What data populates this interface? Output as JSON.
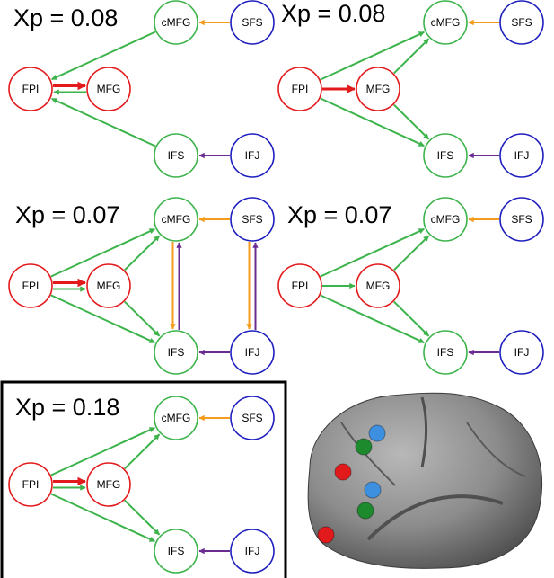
{
  "colors": {
    "red": "#e31a1c",
    "green": "#3cb44b",
    "blue": "#1f1fbf",
    "orange": "#f39c1e",
    "purple": "#6a2c91",
    "highlight_box": "#000000"
  },
  "node_labels": {
    "FPI": "FPI",
    "MFG": "MFG",
    "cMFG": "cMFG",
    "SFS": "SFS",
    "IFS": "IFS",
    "IFJ": "IFJ"
  },
  "node_colors": {
    "FPI": "red",
    "MFG": "red",
    "cMFG": "green",
    "SFS": "blue",
    "IFS": "green",
    "IFJ": "blue"
  },
  "models": [
    {
      "xp_label": "Xp = 0.08",
      "highlighted": false,
      "edges": [
        {
          "from": "SFS",
          "to": "cMFG",
          "color": "orange"
        },
        {
          "from": "cMFG",
          "to": "FPI",
          "color": "green"
        },
        {
          "from": "FPI",
          "to": "MFG",
          "color": "red"
        },
        {
          "from": "MFG",
          "to": "FPI",
          "color": "green"
        },
        {
          "from": "IFS",
          "to": "FPI",
          "color": "green"
        },
        {
          "from": "IFJ",
          "to": "IFS",
          "color": "purple"
        }
      ]
    },
    {
      "xp_label": "Xp = 0.08",
      "highlighted": false,
      "edges": [
        {
          "from": "SFS",
          "to": "cMFG",
          "color": "orange"
        },
        {
          "from": "FPI",
          "to": "MFG",
          "color": "red"
        },
        {
          "from": "FPI",
          "to": "cMFG",
          "color": "green"
        },
        {
          "from": "MFG",
          "to": "cMFG",
          "color": "green"
        },
        {
          "from": "FPI",
          "to": "IFS",
          "color": "green"
        },
        {
          "from": "MFG",
          "to": "IFS",
          "color": "green"
        },
        {
          "from": "IFJ",
          "to": "IFS",
          "color": "purple"
        }
      ]
    },
    {
      "xp_label": "Xp = 0.07",
      "highlighted": false,
      "edges": [
        {
          "from": "SFS",
          "to": "cMFG",
          "color": "orange"
        },
        {
          "from": "FPI",
          "to": "MFG",
          "color": "red"
        },
        {
          "from": "FPI",
          "to": "MFG",
          "color": "green"
        },
        {
          "from": "FPI",
          "to": "cMFG",
          "color": "green"
        },
        {
          "from": "MFG",
          "to": "cMFG",
          "color": "green"
        },
        {
          "from": "FPI",
          "to": "IFS",
          "color": "green"
        },
        {
          "from": "MFG",
          "to": "IFS",
          "color": "green"
        },
        {
          "from": "cMFG",
          "to": "IFS",
          "color": "orange"
        },
        {
          "from": "IFS",
          "to": "cMFG",
          "color": "purple"
        },
        {
          "from": "SFS",
          "to": "IFJ",
          "color": "orange"
        },
        {
          "from": "IFJ",
          "to": "SFS",
          "color": "purple"
        },
        {
          "from": "IFJ",
          "to": "IFS",
          "color": "purple"
        }
      ]
    },
    {
      "xp_label": "Xp = 0.07",
      "highlighted": false,
      "edges": [
        {
          "from": "SFS",
          "to": "cMFG",
          "color": "orange"
        },
        {
          "from": "FPI",
          "to": "MFG",
          "color": "green"
        },
        {
          "from": "FPI",
          "to": "cMFG",
          "color": "green"
        },
        {
          "from": "MFG",
          "to": "cMFG",
          "color": "green"
        },
        {
          "from": "FPI",
          "to": "IFS",
          "color": "green"
        },
        {
          "from": "MFG",
          "to": "IFS",
          "color": "green"
        },
        {
          "from": "IFJ",
          "to": "IFS",
          "color": "purple"
        }
      ]
    },
    {
      "xp_label": "Xp = 0.18",
      "highlighted": true,
      "edges": [
        {
          "from": "SFS",
          "to": "cMFG",
          "color": "orange"
        },
        {
          "from": "FPI",
          "to": "MFG",
          "color": "red"
        },
        {
          "from": "FPI",
          "to": "MFG",
          "color": "green"
        },
        {
          "from": "FPI",
          "to": "cMFG",
          "color": "green"
        },
        {
          "from": "MFG",
          "to": "cMFG",
          "color": "green"
        },
        {
          "from": "FPI",
          "to": "IFS",
          "color": "green"
        },
        {
          "from": "MFG",
          "to": "IFS",
          "color": "green"
        },
        {
          "from": "IFJ",
          "to": "IFS",
          "color": "purple"
        }
      ]
    }
  ],
  "brain_render": {
    "colors": {
      "surface": "#8c8c8c",
      "red_marker": "#e31a1c",
      "green_marker": "#1e8a2e",
      "blue_marker": "#3d8fe0"
    },
    "markers": [
      "blue",
      "green",
      "red",
      "blue",
      "green",
      "red"
    ]
  }
}
